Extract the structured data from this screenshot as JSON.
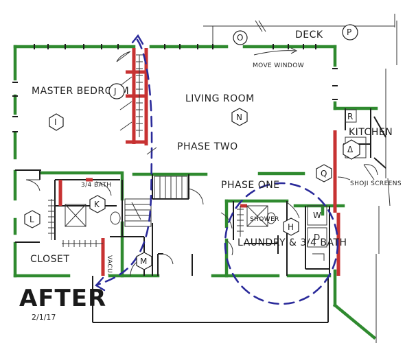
{
  "title": "AFTER",
  "date": "2/1/17",
  "rooms": {
    "master_bedroom": "MASTER BEDROOM",
    "living_room": "LIVING ROOM",
    "kitchen": "KITCHEN",
    "deck": "DECK",
    "closet": "CLOSET",
    "bath": "3/4 BATH",
    "laundry": "LAUNDRY & 3/4 BATH",
    "shower": "SHOWER",
    "vacu": "VACU."
  },
  "annotations": {
    "move_window": "MOVE WINDOW",
    "phase_two": "PHASE TWO",
    "phase_one": "PHASE ONE",
    "shoji_screens": "SHOJI SCREENS"
  },
  "tags": {
    "D_appliance": "D",
    "H": "H",
    "I": "I",
    "J": "J",
    "K": "K",
    "L": "L",
    "M": "M",
    "N": "N",
    "O": "O",
    "P": "P",
    "Q": "Q",
    "R": "R",
    "W": "W",
    "delta": "Δ"
  },
  "colors": {
    "exterior_wall": "#2f8a2f",
    "new_wall": "#c73232",
    "phase_boundary": "#2a2a9a",
    "ink": "#1f1f1f"
  }
}
